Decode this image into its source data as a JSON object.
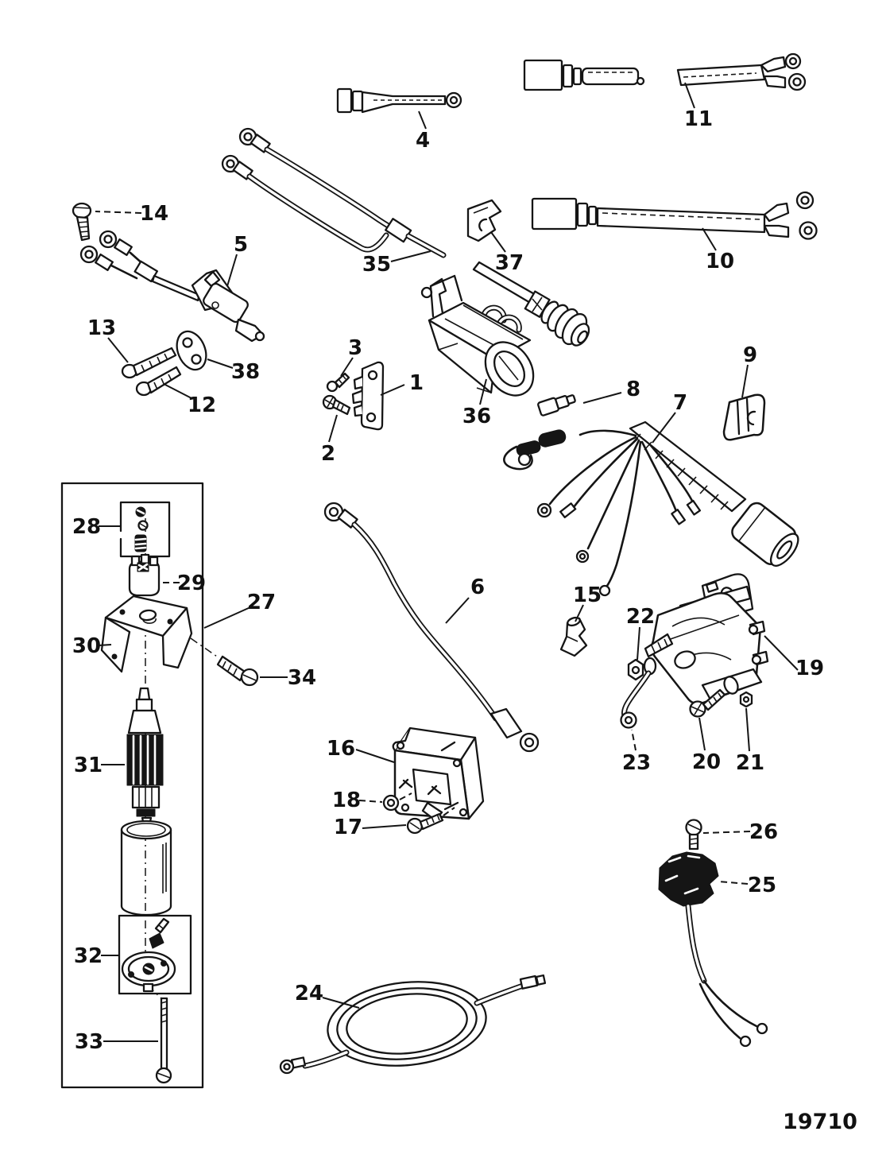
{
  "diagram": {
    "drawing_number": "19710",
    "type": "exploded-parts-diagram",
    "description": "Starter motor and electrical components exploded view line drawing"
  },
  "callouts": [
    "1",
    "2",
    "3",
    "4",
    "5",
    "6",
    "7",
    "8",
    "9",
    "10",
    "11",
    "12",
    "13",
    "14",
    "15",
    "16",
    "17",
    "18",
    "19",
    "20",
    "21",
    "22",
    "23",
    "24",
    "25",
    "26",
    "27",
    "28",
    "29",
    "30",
    "31",
    "32",
    "33",
    "34",
    "35",
    "36",
    "37",
    "38"
  ]
}
